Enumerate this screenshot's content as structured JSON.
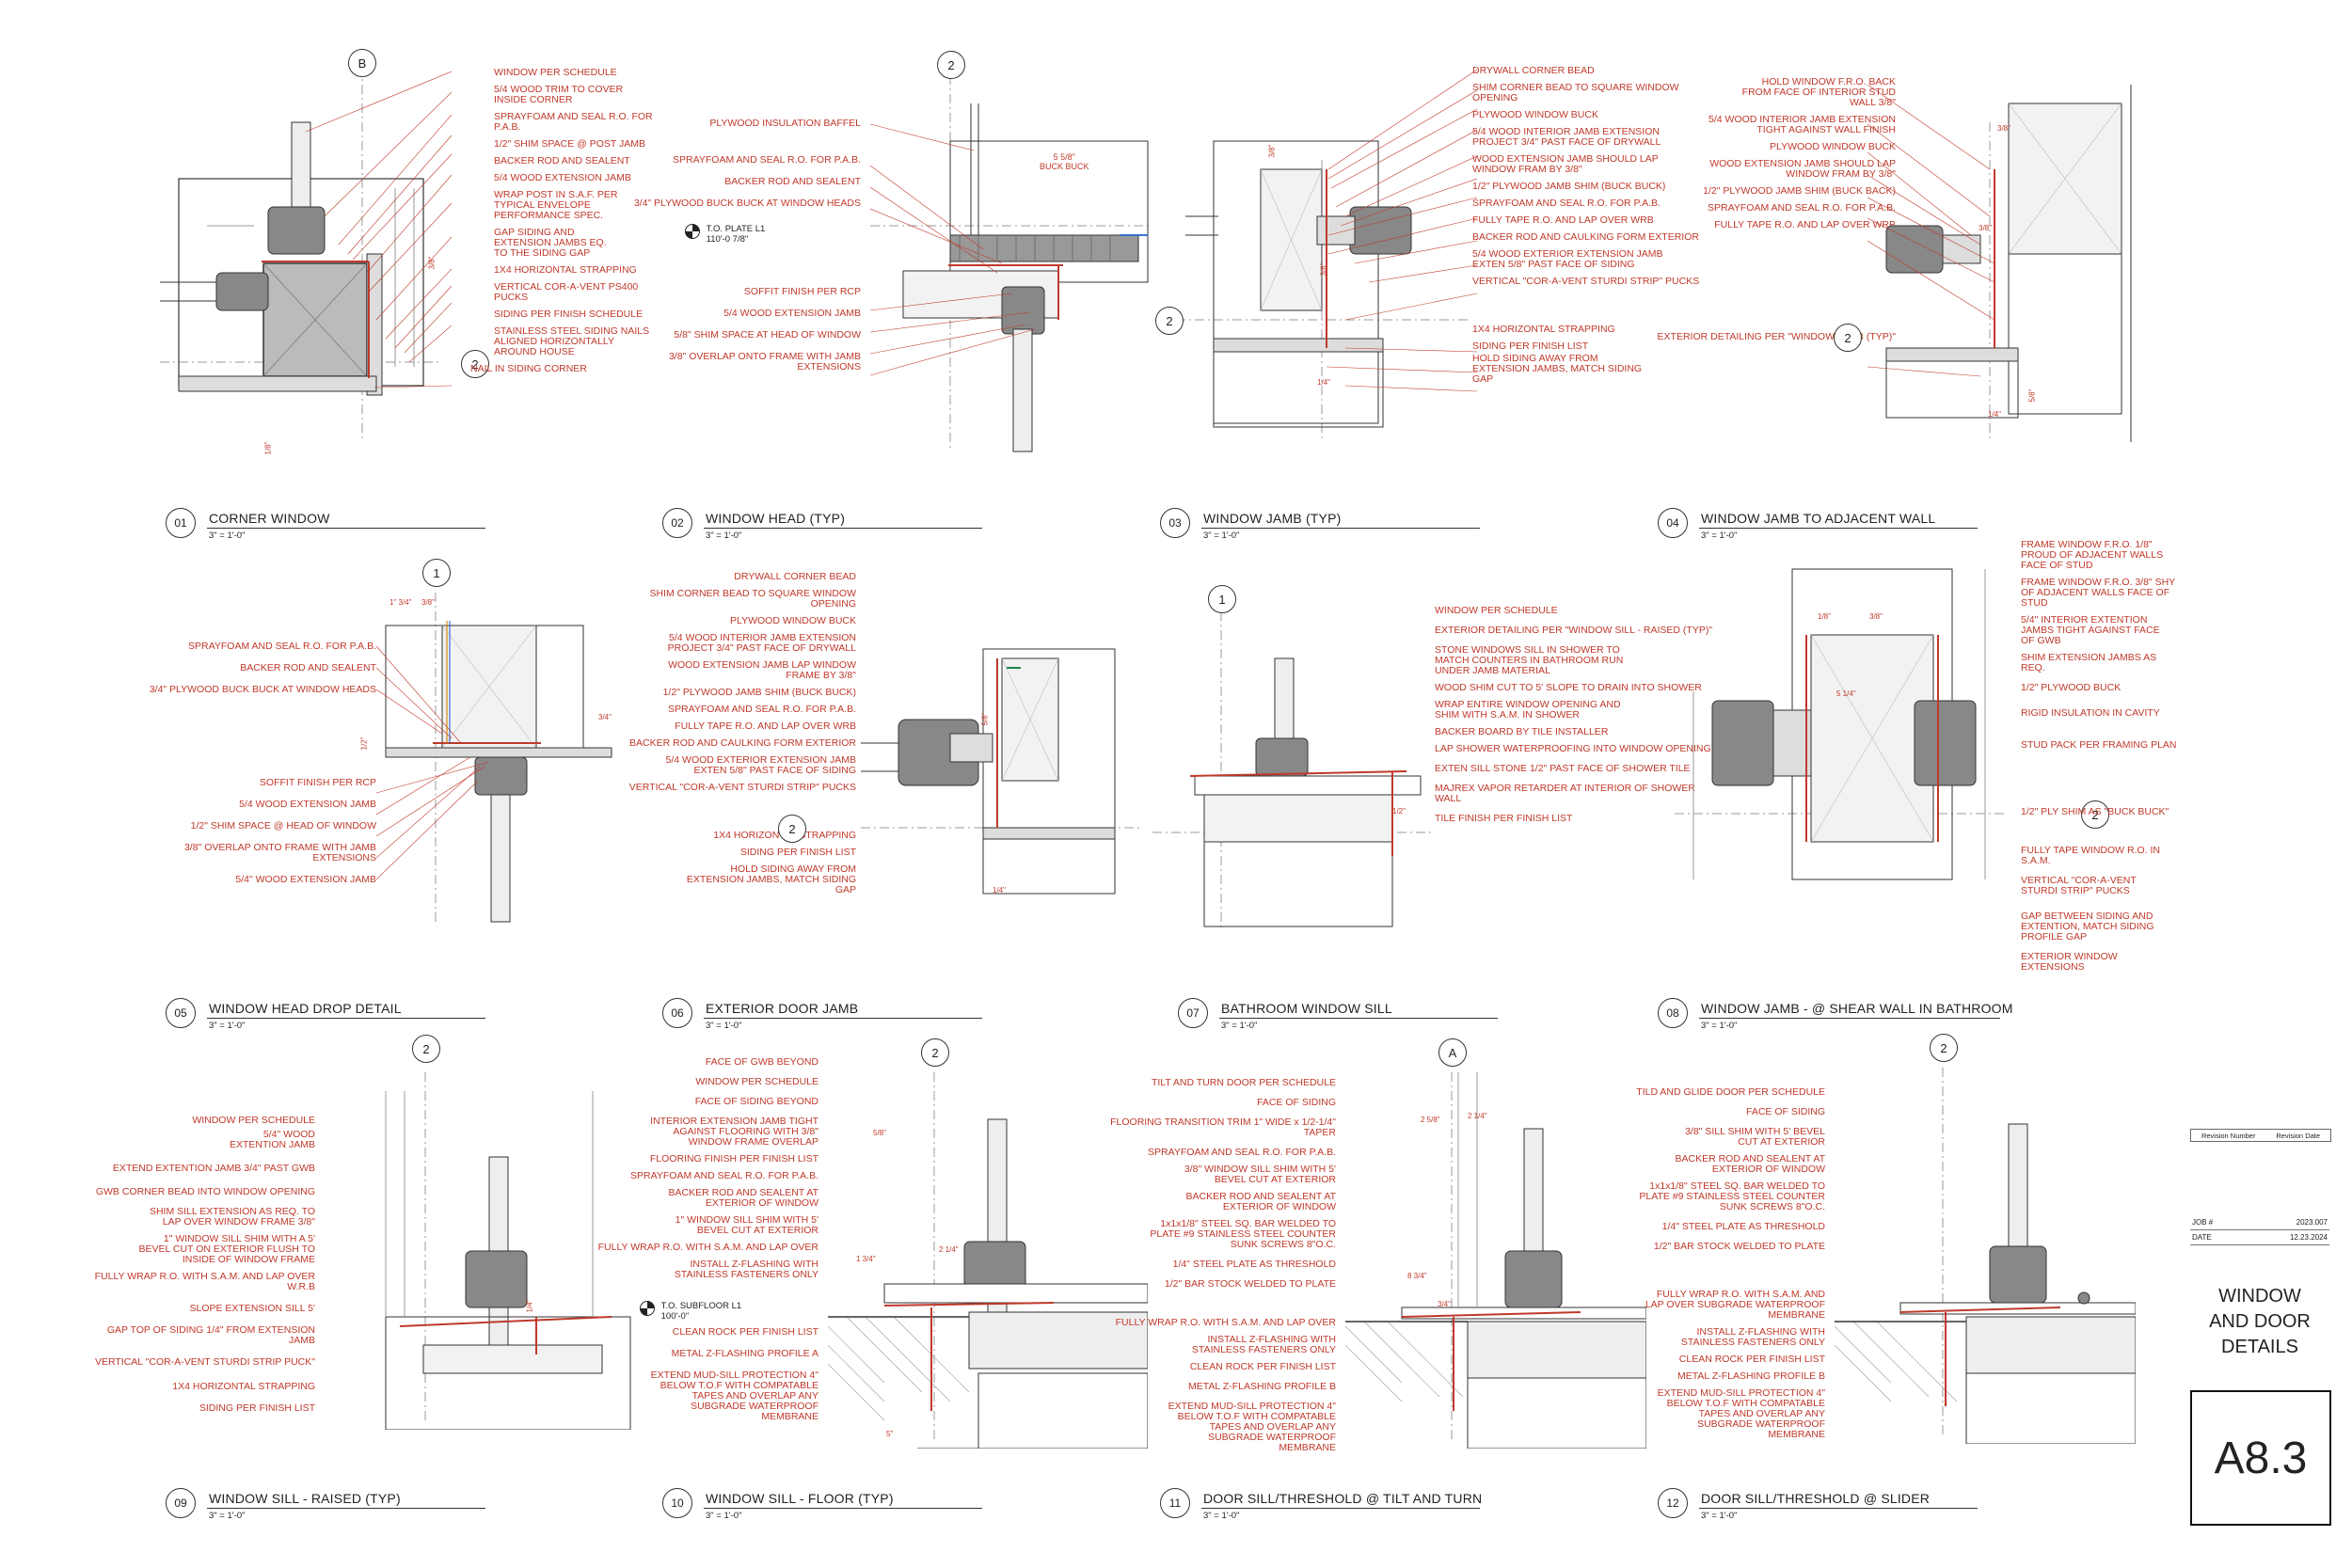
{
  "colors": {
    "note": "#c0392b",
    "line": "#333333",
    "hatch": "#9a9a9a"
  },
  "details": [
    {
      "num": "01",
      "title": "CORNER WINDOW",
      "scale": "3\" = 1'-0\"",
      "grid": [
        "B",
        "2"
      ],
      "elevation": [],
      "callouts": [
        "WINDOW PER SCHEDULE",
        "5/4 WOOD TRIM TO COVER\nINSIDE CORNER",
        "SPRAYFOAM AND SEAL R.O. FOR P.A.B.",
        "1/2\" SHIM SPACE @ POST JAMB",
        "BACKER ROD AND SEALENT",
        "5/4 WOOD EXTENSION JAMB",
        "WRAP POST IN S.A.F. PER\nTYPICAL ENVELOPE\nPERFORMANCE SPEC.",
        "GAP SIDING AND\nEXTENSION JAMBS EQ.\nTO THE SIDING GAP",
        "1X4 HORIZONTAL STRAPPING",
        "VERTICAL COR-A-VENT PS400 PUCKS",
        "SIDING PER FINISH SCHEDULE",
        "STAINLESS STEEL SIDING NAILS\nALIGNED HORIZONTALLY\nAROUND HOUSE",
        "NAIL IN SIDING CORNER"
      ]
    },
    {
      "num": "02",
      "title": "WINDOW HEAD (TYP)",
      "scale": "3\" = 1'-0\"",
      "grid": [
        "2"
      ],
      "elevation": [
        "T.O. PLATE L1",
        "110'-0 7/8\""
      ],
      "callouts": [
        "PLYWOOD INSULATION BAFFEL",
        "SPRAYFOAM AND SEAL R.O. FOR P.A.B.",
        "BACKER ROD AND SEALENT",
        "3/4\" PLYWOOD BUCK BUCK AT WINDOW HEADS",
        "SOFFIT FINISH PER RCP",
        "5/4 WOOD EXTENSION JAMB",
        "5/8\" SHIM SPACE AT HEAD OF WINDOW",
        "3/8\" OVERLAP ONTO FRAME WITH JAMB EXTENSIONS"
      ]
    },
    {
      "num": "03",
      "title": "WINDOW JAMB (TYP)",
      "scale": "3\" = 1'-0\"",
      "grid": [
        "2"
      ],
      "elevation": [],
      "callouts": [
        "DRYWALL CORNER BEAD",
        "SHIM CORNER  BEAD TO SQUARE WINDOW OPENING",
        "PLYWOOD WINDOW BUCK",
        "5/4 WOOD INTERIOR JAMB EXTENSION\nPROJECT 3/4\" PAST FACE OF DRYWALL",
        "WOOD EXTENSION JAMB SHOULD LAP\nWINDOW FRAM BY 3/8\"",
        "1/2\" PLYWOOD JAMB SHIM (BUCK BUCK)",
        "SPRAYFOAM AND SEAL R.O. FOR P.A.B.",
        "FULLY TAPE R.O.  AND  LAP OVER WRB",
        "BACKER ROD AND CAULKING FORM EXTERIOR",
        "5/4 WOOD EXTERIOR EXTENSION JAMB\nEXTEN 5/8\" PAST FACE OF SIDING",
        "VERTICAL \"COR-A-VENT STURDI STRIP\" PUCKS",
        "1X4 HORIZONTAL STRAPPING",
        "SIDING PER FINISH LIST",
        "HOLD SIDING AWAY FROM\nEXTENSION JAMBS, MATCH SIDING\nGAP"
      ]
    },
    {
      "num": "04",
      "title": "WINDOW JAMB TO ADJACENT WALL",
      "scale": "3\" = 1'-0\"",
      "grid": [
        "2"
      ],
      "elevation": [],
      "callouts": [
        "HOLD WINDOW F.R.O. BACK\nFROM FACE OF INTERIOR STUD\nWALL 3/8\"",
        "5/4 WOOD INTERIOR JAMB EXTENSION\nTIGHT AGAINST WALL FINISH",
        "PLYWOOD WINDOW BUCK",
        "WOOD EXTENSION JAMB SHOULD LAP\nWINDOW FRAM BY 3/8\"",
        "1/2\" PLYWOOD JAMB SHIM (BUCK BACK)",
        "SPRAYFOAM AND SEAL R.O. FOR P.A.B.",
        "FULLY TAPE R.O.  AND  LAP OVER WRB",
        "EXTERIOR DETAILING PER \"WINDOW JAMB  (TYP)\""
      ]
    },
    {
      "num": "05",
      "title": "WINDOW HEAD DROP DETAIL",
      "scale": "3\" = 1'-0\"",
      "grid": [
        "1"
      ],
      "elevation": [],
      "callouts": [
        "SPRAYFOAM AND SEAL R.O. FOR P.A.B.",
        "BACKER ROD AND SEALENT",
        "3/4\" PLYWOOD BUCK BUCK AT WINDOW HEADS",
        "SOFFIT FINISH PER RCP",
        "5/4 WOOD EXTENSION JAMB",
        "1/2\" SHIM SPACE @ HEAD OF WINDOW",
        "3/8\" OVERLAP ONTO FRAME WITH JAMB EXTENSIONS",
        "5/4\" WOOD EXTENSION JAMB"
      ]
    },
    {
      "num": "06",
      "title": "EXTERIOR DOOR JAMB",
      "scale": "3\" = 1'-0\"",
      "grid": [
        "2"
      ],
      "elevation": [],
      "callouts": [
        "DRYWALL CORNER BEAD",
        "SHIM CORNER  BEAD TO SQUARE WINDOW OPENING",
        "PLYWOOD WINDOW BUCK",
        "5/4 WOOD INTERIOR JAMB EXTENSION\nPROJECT 3/4\" PAST FACE OF DRYWALL",
        "WOOD EXTENSION JAMB LAP WINDOW\nFRAME BY 3/8\"",
        "1/2\" PLYWOOD JAMB SHIM (BUCK BUCK)",
        "SPRAYFOAM AND SEAL R.O. FOR P.A.B.",
        "FULLY TAPE R.O.  AND  LAP OVER WRB",
        "BACKER ROD AND CAULKING FORM EXTERIOR",
        "5/4 WOOD EXTERIOR EXTENSION JAMB\nEXTEN 5/8\" PAST FACE OF SIDING",
        "VERTICAL \"COR-A-VENT STURDI STRIP\" PUCKS",
        "1X4 HORIZONTAL STRAPPING",
        "SIDING PER FINISH LIST",
        "HOLD SIDING AWAY FROM\nEXTENSION JAMBS, MATCH SIDING\nGAP"
      ]
    },
    {
      "num": "07",
      "title": "BATHROOM WINDOW SILL",
      "scale": "3\" = 1'-0\"",
      "grid": [
        "1"
      ],
      "elevation": [],
      "callouts": [
        "WINDOW PER SCHEDULE",
        "EXTERIOR DETAILING PER \"WINDOW SILL - RAISED (TYP)\"",
        "STONE WINDOWS SILL IN SHOWER TO\nMATCH COUNTERS IN BATHROOM RUN\nUNDER JAMB MATERIAL",
        "WOOD SHIM CUT TO 5' SLOPE TO DRAIN INTO SHOWER",
        "WRAP ENTIRE WINDOW OPENING AND\nSHIM WITH S.A.M. IN SHOWER",
        "BACKER BOARD BY TILE INSTALLER",
        "LAP SHOWER WATERPROOFING INTO WINDOW OPENING",
        "EXTEN SILL STONE 1/2\" PAST FACE OF SHOWER TILE",
        "MAJREX VAPOR RETARDER AT INTERIOR OF SHOWER WALL",
        "TILE FINISH PER FINISH LIST"
      ]
    },
    {
      "num": "08",
      "title": "WINDOW JAMB - @ SHEAR WALL IN BATHROOM",
      "scale": "3\" = 1'-0\"",
      "grid": [
        "2"
      ],
      "elevation": [],
      "callouts": [
        "FRAME WINDOW F.R.O. 1/8\"\nPROUD OF ADJACENT WALLS\nFACE OF STUD",
        "FRAME WINDOW F.R.O. 3/8\" SHY\nOF ADJACENT WALLS FACE OF\nSTUD",
        "5/4\" INTERIOR EXTENTION\nJAMBS TIGHT AGAINST FACE\nOF GWB",
        "SHIM EXTENSION JAMBS AS REQ.",
        "1/2\" PLYWOOD BUCK",
        "RIGID INSULATION IN CAVITY",
        "STUD PACK PER FRAMING PLAN",
        "1/2\" PLY SHIM AS \"BUCK BUCK\"",
        "FULLY TAPE WINDOW R.O. IN S.A.M.",
        "VERTICAL \"COR-A-VENT\nSTURDI STRIP\" PUCKS",
        "GAP BETWEEN SIDING AND\nEXTENTION, MATCH SIDING\nPROFILE GAP",
        "EXTERIOR WINDOW EXTENSIONS"
      ]
    },
    {
      "num": "09",
      "title": "WINDOW SILL - RAISED (TYP)",
      "scale": "3\" = 1'-0\"",
      "grid": [
        "2"
      ],
      "elevation": [],
      "callouts": [
        "WINDOW PER SCHEDULE",
        "5/4\" WOOD\nEXTENTION JAMB",
        "EXTEND EXTENTION JAMB 3/4\" PAST GWB",
        "GWB CORNER BEAD  INTO WINDOW OPENING",
        "SHIM SILL EXTENSION AS REQ. TO\nLAP OVER WINDOW FRAME 3/8\"",
        "1\" WINDOW SILL SHIM WITH A 5'\nBEVEL CUT ON EXTERIOR FLUSH TO\nINSIDE OF WINDOW FRAME",
        "FULLY WRAP R.O. WITH S.A.M. AND LAP OVER W.R.B",
        "SLOPE EXTENSION SILL 5'",
        "GAP TOP OF SIDING  1/4\" FROM EXTENSION JAMB",
        "VERTICAL \"COR-A-VENT  STURDI STRIP PUCK\"",
        "1X4 HORIZONTAL STRAPPING",
        "SIDING PER FINISH LIST"
      ]
    },
    {
      "num": "10",
      "title": "WINDOW SILL - FLOOR (TYP)",
      "scale": "3\" = 1'-0\"",
      "grid": [
        "2"
      ],
      "elevation": [
        "T.O. SUBFLOOR L1",
        "100'-0\""
      ],
      "callouts": [
        "FACE OF GWB BEYOND",
        "WINDOW PER SCHEDULE",
        "FACE OF SIDING BEYOND",
        "INTERIOR EXTENSION JAMB TIGHT\nAGAINST FLOORING WITH 3/8\"\nWINDOW FRAME OVERLAP",
        "FLOORING FINISH PER FINISH LIST",
        "SPRAYFOAM AND SEAL R.O. FOR P.A.B.",
        "BACKER ROD AND SEALENT AT\nEXTERIOR OF WINDOW",
        "1\" WINDOW SILL SHIM WITH 5'\nBEVEL CUT AT EXTERIOR",
        "FULLY  WRAP R.O. WITH S.A.M. AND LAP OVER",
        "INSTALL Z-FLASHING WITH\nSTAINLESS FASTENERS ONLY",
        "CLEAN ROCK PER FINISH LIST",
        "METAL Z-FLASHING PROFILE A",
        "EXTEND MUD-SILL PROTECTION 4\"\nBELOW T.O.F WITH COMPATABLE\nTAPES AND OVERLAP ANY\nSUBGRADE WATERPROOF\nMEMBRANE"
      ]
    },
    {
      "num": "11",
      "title": "DOOR SILL/THRESHOLD @ TILT AND TURN",
      "scale": "3\" = 1'-0\"",
      "grid": [
        "A"
      ],
      "elevation": [],
      "callouts": [
        "TILT AND TURN DOOR PER SCHEDULE",
        "FACE OF SIDING",
        "FLOORING TRANSITION TRIM 1\" WIDE x 1/2-1/4\" TAPER",
        "SPRAYFOAM AND SEAL R.O. FOR P.A.B.",
        "3/8\" WINDOW SILL SHIM WITH 5'\nBEVEL CUT AT EXTERIOR",
        "BACKER ROD AND SEALENT AT\nEXTERIOR OF WINDOW",
        "1x1x1/8\" STEEL SQ. BAR WELDED TO\nPLATE #9 STAINLESS STEEL COUNTER\nSUNK SCREWS 8\"O.C.",
        "1/4\" STEEL PLATE AS THRESHOLD",
        "1/2\" BAR STOCK WELDED TO PLATE",
        "FULLY  WRAP R.O. WITH S.A.M. AND LAP OVER",
        "INSTALL Z-FLASHING WITH\nSTAINLESS FASTENERS ONLY",
        "CLEAN ROCK PER FINISH LIST",
        "METAL Z-FLASHING PROFILE B",
        "EXTEND MUD-SILL PROTECTION 4\"\nBELOW T.O.F WITH COMPATABLE\nTAPES AND OVERLAP ANY\nSUBGRADE WATERPROOF\nMEMBRANE"
      ]
    },
    {
      "num": "12",
      "title": "DOOR SILL/THRESHOLD @ SLIDER",
      "scale": "3\" = 1'-0\"",
      "grid": [
        "2"
      ],
      "elevation": [],
      "callouts": [
        "TILD AND GLIDE DOOR PER SCHEDULE",
        "FACE OF SIDING",
        "3/8\" SILL SHIM WITH 5' BEVEL\nCUT AT EXTERIOR",
        "BACKER ROD AND SEALENT AT\nEXTERIOR OF WINDOW",
        "1x1x1/8\" STEEL SQ. BAR WELDED TO\nPLATE #9 STAINLESS STEEL COUNTER\nSUNK SCREWS 8\"O.C.",
        "1/4\" STEEL PLATE AS THRESHOLD",
        "1/2\" BAR STOCK WELDED TO PLATE",
        "FULLY  WRAP R.O. WITH S.A.M. AND\nLAP OVER SUBGRADE WATERPROOF\nMEMBRANE",
        "INSTALL Z-FLASHING WITH\nSTAINLESS FASTENERS ONLY",
        "CLEAN ROCK PER FINISH LIST",
        "METAL Z-FLASHING PROFILE B",
        "EXTEND MUD-SILL PROTECTION 4\"\nBELOW T.O.F WITH COMPATABLE\nTAPES AND OVERLAP ANY\nSUBGRADE WATERPROOF\nMEMBRANE"
      ]
    }
  ],
  "dims": {
    "d01": [
      "3/8\"",
      "1/8\""
    ],
    "d02": [
      "5 5/8\"",
      "BUCK BUCK"
    ],
    "d03": [
      "3/8\"",
      "3/8\"",
      "1/4\""
    ],
    "d04": [
      "3/8\"",
      "3/8\"",
      "1/4\"",
      "5/8\""
    ],
    "d05": [
      "1\" 3/4\"",
      "3/8\"",
      "3/4\"",
      "1/2\""
    ],
    "d06": [
      "5/8\"",
      "1/4\""
    ],
    "d07": [
      "1/2\""
    ],
    "d08": [
      "1/8\"",
      "3/8\"",
      "5 1/4\""
    ],
    "d09": [
      "1/4\""
    ],
    "d10": [
      "5/8\"",
      "1 3/4\"",
      "2 1/4\"",
      "5\""
    ],
    "d11": [
      "2 5/8\"",
      "2 1/4\"",
      "8 3/4\"",
      "3/4\""
    ],
    "d12": []
  },
  "titleblock": {
    "revision_number": "Revision Number",
    "revision_date": "Revision Date",
    "job_label": "JOB #",
    "job_value": "2023.007",
    "date_label": "DATE",
    "date_value": "12.23.2024",
    "sheet_title": "WINDOW\nAND DOOR\nDETAILS",
    "sheet_number": "A8.3"
  }
}
